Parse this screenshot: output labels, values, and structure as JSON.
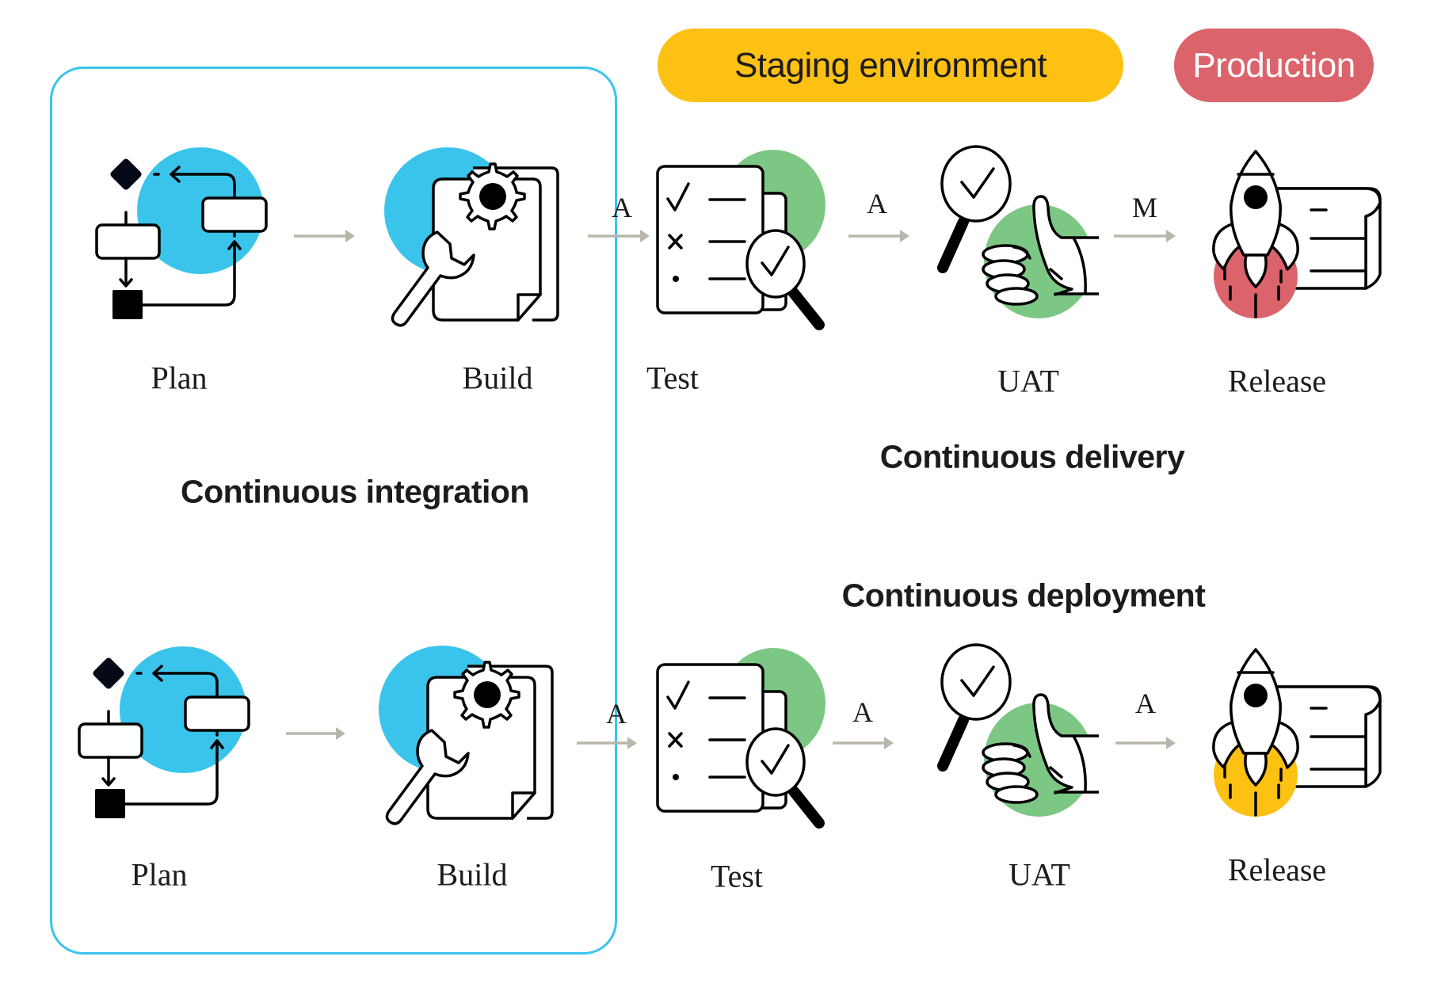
{
  "environments": {
    "staging": {
      "label": "Staging environment",
      "color": "#fdc113"
    },
    "production": {
      "label": "Production",
      "color": "#db636b"
    }
  },
  "colors": {
    "ci_box_border": "#3ac4ec",
    "ci_circle": "#3ac4ec",
    "test_circle": "#7dc784",
    "release_delivery": "#db636b",
    "release_deployment": "#fdc113",
    "arrow": "#b9b7ab"
  },
  "headings": {
    "continuous_integration": "Continuous integration",
    "continuous_delivery": "Continuous delivery",
    "continuous_deployment": "Continuous deployment"
  },
  "pipelines": [
    {
      "name": "Continuous delivery",
      "stages": [
        {
          "label": "Plan",
          "icon": "flowchart-icon"
        },
        {
          "label": "Build",
          "icon": "gear-wrench-document-icon"
        },
        {
          "label": "Test",
          "icon": "checklist-magnifier-icon"
        },
        {
          "label": "UAT",
          "icon": "thumbs-up-magnifier-icon"
        },
        {
          "label": "Release",
          "icon": "rocket-launch-icon"
        }
      ],
      "transitions": [
        "",
        "A",
        "A",
        "M"
      ]
    },
    {
      "name": "Continuous deployment",
      "stages": [
        {
          "label": "Plan",
          "icon": "flowchart-icon"
        },
        {
          "label": "Build",
          "icon": "gear-wrench-document-icon"
        },
        {
          "label": "Test",
          "icon": "checklist-magnifier-icon"
        },
        {
          "label": "UAT",
          "icon": "thumbs-up-magnifier-icon"
        },
        {
          "label": "Release",
          "icon": "rocket-launch-icon"
        }
      ],
      "transitions": [
        "",
        "A",
        "A",
        "A"
      ]
    }
  ]
}
